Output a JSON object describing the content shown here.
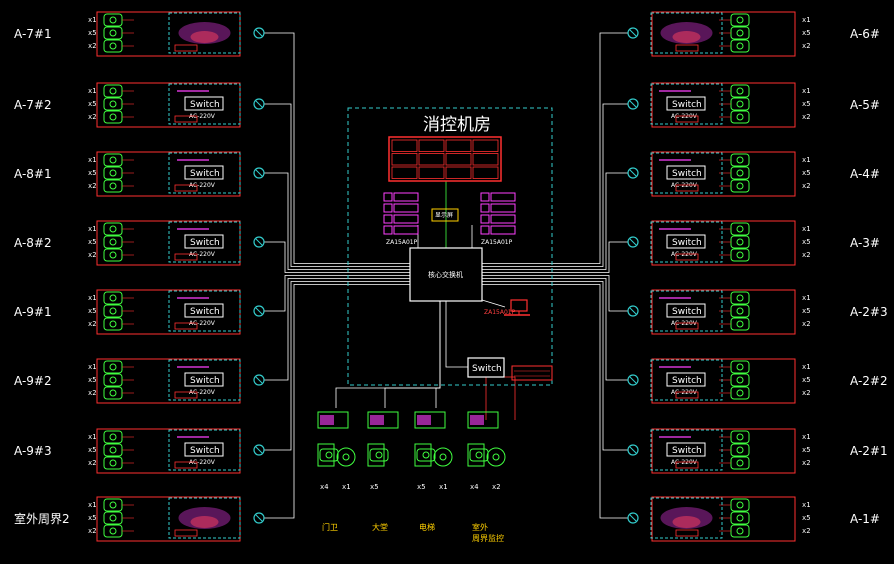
{
  "center": {
    "title": "消控机房",
    "core_switch_label": "核心交换机",
    "pc_label": "ZA15A01P",
    "bottom_switch_label": "Switch",
    "left_nvr_label": "ZA15A01P",
    "right_nvr_label": "ZA15A01P",
    "mid_device_label": "显示屏"
  },
  "left_buildings": [
    {
      "label": "A-7#1"
    },
    {
      "label": "A-7#2"
    },
    {
      "label": "A-8#1"
    },
    {
      "label": "A-8#2"
    },
    {
      "label": "A-9#1"
    },
    {
      "label": "A-9#2"
    },
    {
      "label": "A-9#3"
    },
    {
      "label": "室外周界2"
    }
  ],
  "right_buildings": [
    {
      "label": "A-6#"
    },
    {
      "label": "A-5#"
    },
    {
      "label": "A-4#"
    },
    {
      "label": "A-3#"
    },
    {
      "label": "A-2#3"
    },
    {
      "label": "A-2#2"
    },
    {
      "label": "A-2#1"
    },
    {
      "label": "A-1#"
    }
  ],
  "row_switch_label": "Switch",
  "row_power_label": "AC-220V",
  "camera_counts": [
    "x1",
    "x5",
    "x2"
  ],
  "bottom_groups": [
    {
      "label": "门卫",
      "counts": [
        "x4",
        "x1"
      ]
    },
    {
      "label": "大堂",
      "counts": [
        "x5"
      ]
    },
    {
      "label": "电梯",
      "counts": [
        "x5",
        "x1"
      ]
    },
    {
      "label": "室外\n周界监控",
      "counts": [
        "x4",
        "x2"
      ]
    }
  ]
}
